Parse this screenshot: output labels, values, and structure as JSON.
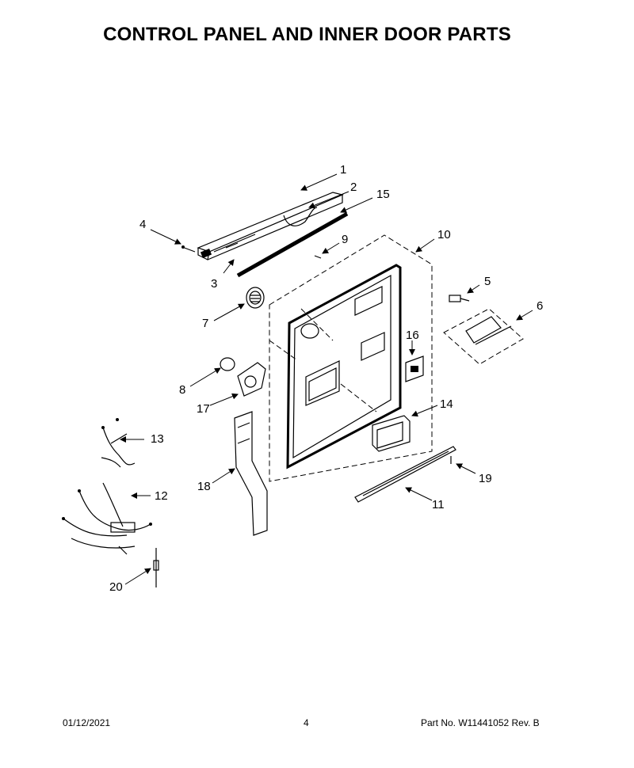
{
  "title": "CONTROL PANEL AND INNER DOOR PARTS",
  "callouts": [
    "1",
    "2",
    "3",
    "4",
    "5",
    "6",
    "7",
    "8",
    "9",
    "10",
    "11",
    "12",
    "13",
    "14",
    "15",
    "16",
    "17",
    "18",
    "19",
    "20"
  ],
  "footer": {
    "date": "01/12/2021",
    "page": "4",
    "part_number": "Part No.  W11441052  Rev.  B"
  }
}
